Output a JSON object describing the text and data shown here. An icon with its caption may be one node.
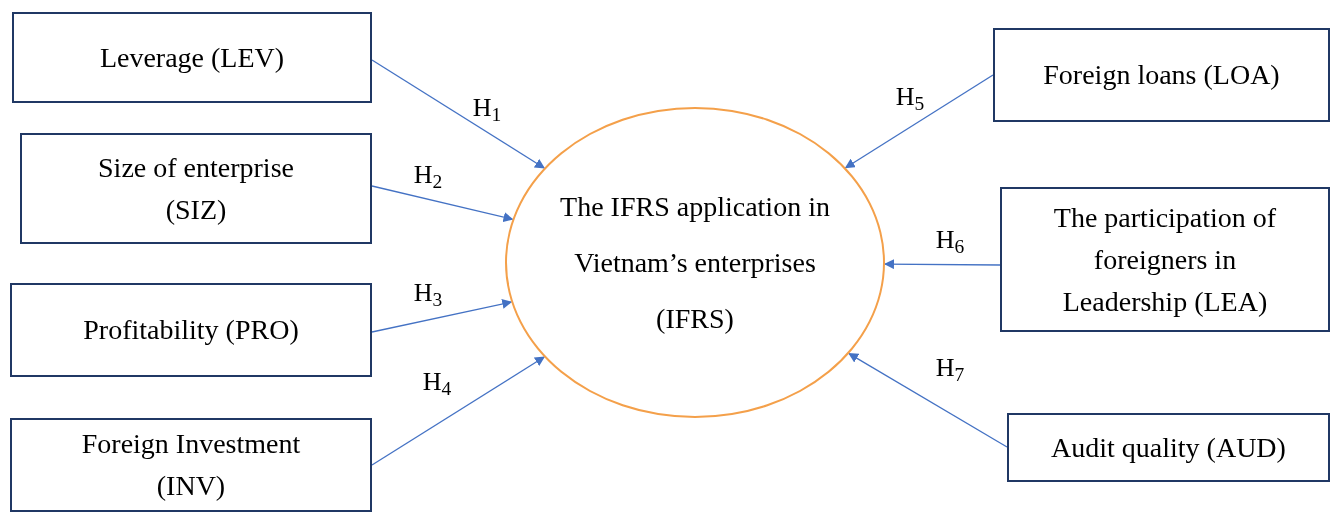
{
  "diagram": {
    "nodes": [
      {
        "text": [
          "Leverage (LEV)"
        ]
      },
      {
        "text": [
          "Size of enterprise (SIZ)"
        ]
      },
      {
        "text": [
          "Profitability (PRO)"
        ]
      },
      {
        "text": [
          "Foreign Investment (INV)"
        ]
      },
      {
        "text": [
          "The IFRS application in Vietnam’s enterprises (IFRS)"
        ]
      },
      {
        "text": [
          "Foreign loans (LOA)"
        ]
      },
      {
        "text": [
          "The participation of foreigners in Leadership (LEA)"
        ]
      },
      {
        "text": [
          "Audit quality (AUD)"
        ]
      }
    ],
    "edges": [
      {
        "from": 0,
        "to": 4,
        "arrow": "to",
        "label": "H$_{1}$"
      },
      {
        "from": 1,
        "to": 4,
        "arrow": "to",
        "label": "H$_{2}$"
      },
      {
        "from": 2,
        "to": 4,
        "arrow": "to",
        "label": "H$_{3}$"
      },
      {
        "from": 3,
        "to": 4,
        "arrow": "to",
        "label": "H$_{4}$"
      },
      {
        "from": 5,
        "to": 4,
        "arrow": "to",
        "label": "H$_{5}$"
      },
      {
        "from": 6,
        "to": 4,
        "arrow": "to",
        "label": "H$_{6}$"
      },
      {
        "from": 7,
        "to": 4,
        "arrow": "to",
        "label": "H$_{7}$"
      }
    ]
  }
}
